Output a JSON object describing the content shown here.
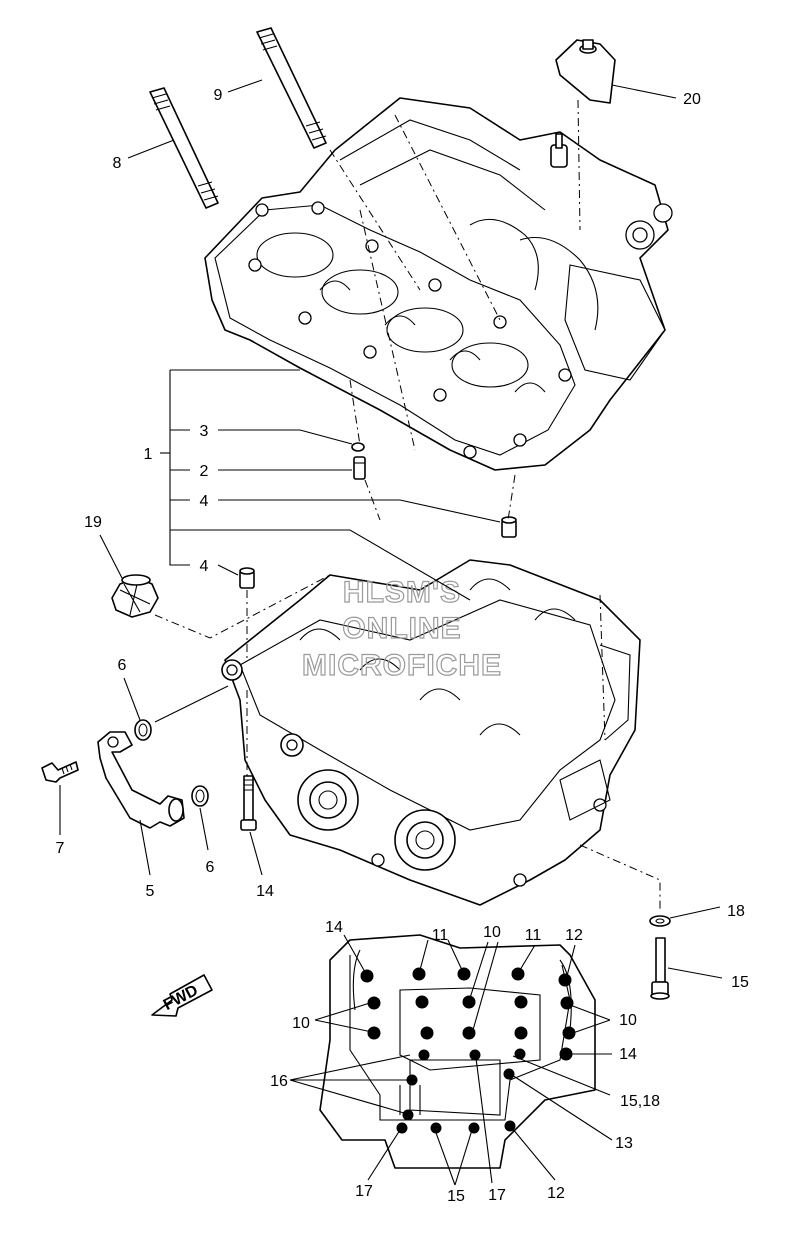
{
  "callouts": {
    "c1": "1",
    "c2": "2",
    "c3": "3",
    "c4a": "4",
    "c4b": "4",
    "c5": "5",
    "c6a": "6",
    "c6b": "6",
    "c7": "7",
    "c8": "8",
    "c9": "9",
    "c10a": "10",
    "c10b": "10",
    "c10c": "10",
    "c11a": "11",
    "c11b": "11",
    "c12a": "12",
    "c12b": "12",
    "c13": "13",
    "c14a": "14",
    "c14b": "14",
    "c14c": "14",
    "c15a": "15",
    "c15b": "15",
    "c15_18": "15,18",
    "c16": "16",
    "c17a": "17",
    "c17b": "17",
    "c18": "18",
    "c19": "19",
    "c20": "20"
  },
  "watermark": {
    "line1": "HLSM'S",
    "line2": "ONLINE",
    "line3": "MICROFICHE"
  },
  "fwd_label": "FWD"
}
